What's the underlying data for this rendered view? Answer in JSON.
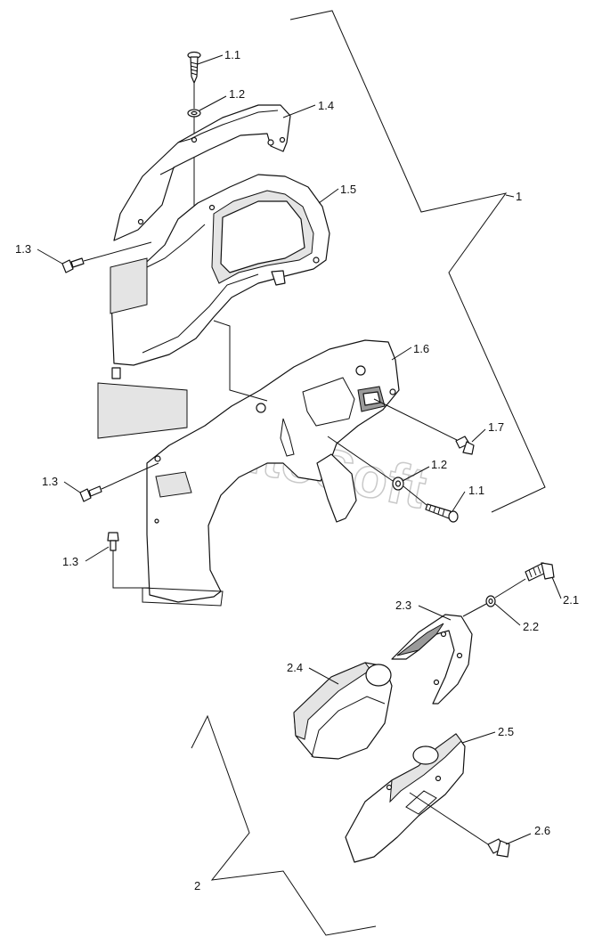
{
  "watermark": "AutoSoft",
  "labels": {
    "l1_1a": "1.1",
    "l1_2a": "1.2",
    "l1_4": "1.4",
    "l1_5": "1.5",
    "l1_3a": "1.3",
    "l1": "1",
    "l1_6": "1.6",
    "l1_7": "1.7",
    "l1_3b": "1.3",
    "l1_2b": "1.2",
    "l1_1b": "1.1",
    "l1_3c": "1.3",
    "l2_1": "2.1",
    "l2_3": "2.3",
    "l2_2": "2.2",
    "l2_4": "2.4",
    "l2_5": "2.5",
    "l2_6": "2.6",
    "l2": "2"
  }
}
